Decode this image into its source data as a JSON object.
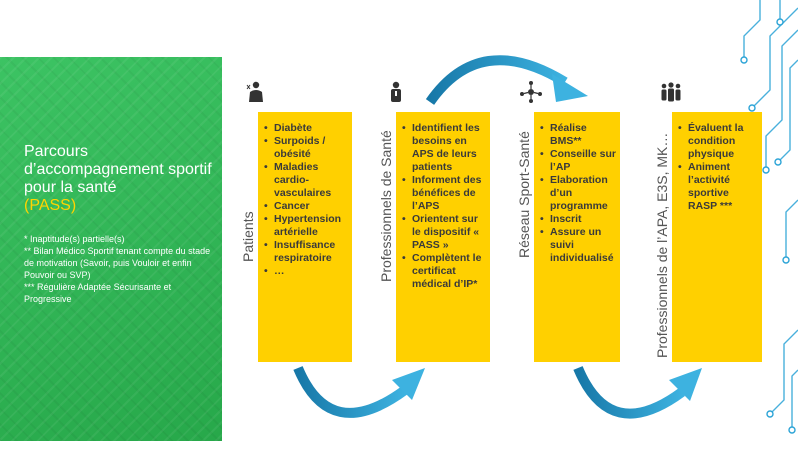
{
  "panel": {
    "title": "Parcours d’accompagnement sportif pour la santé",
    "title_accent": "(PASS)",
    "notes": [
      "* Inaptitude(s) partielle(s)",
      "** Bilan Médico Sportif  tenant compte du stade de motivation (Savoir, puis Vouloir et enfin Pouvoir ou SVP)",
      "*** Régulière Adaptée Sécurisante et Progressive"
    ]
  },
  "columns": [
    {
      "label": "Patients",
      "icon": "patient-icon",
      "items": [
        "Diabète",
        "Surpoids / obésité",
        "Maladies cardio-vasculaires",
        "Cancer",
        "Hypertension artérielle",
        "Insuffisance respiratoire",
        "…"
      ]
    },
    {
      "label": "Professionnels de Santé",
      "icon": "doctor-icon",
      "items": [
        "Identifient les besoins en APS de leurs patients",
        "Informent des bénéfices de l’APS",
        "Orientent sur le dispositif « PASS »",
        "Complètent le certificat médical d’IP*"
      ]
    },
    {
      "label": "Réseau Sport-Santé",
      "icon": "network-icon",
      "items": [
        "Réalise BMS**",
        "Conseille sur l’AP",
        "Elaboration d’un programme",
        "Inscrit",
        "Assure un suivi individualisé"
      ]
    },
    {
      "label": "Professionnels de l’APA, E3S, MK…",
      "icon": "group-icon",
      "items": [
        "Évaluent la condition physique",
        "Animent l’activité sportive RASP ***"
      ]
    }
  ],
  "colors": {
    "green": "#2fb554",
    "yellow_box": "#ffd000",
    "accent_text": "#ffd400",
    "arrow": "#1b8fc4",
    "circuit": "#2aa3d6"
  }
}
